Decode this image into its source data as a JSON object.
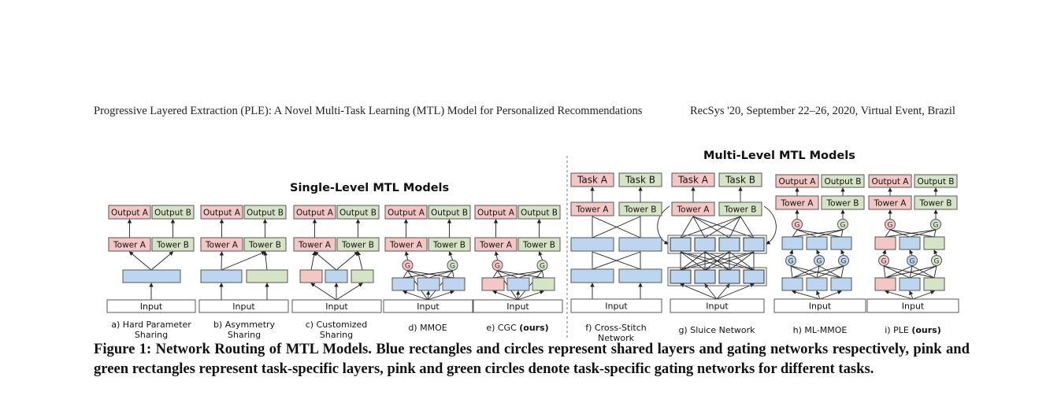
{
  "header": {
    "paper_title": "Progressive Layered Extraction (PLE): A Novel Multi-Task Learning (MTL) Model for Personalized Recommendations",
    "venue": "RecSys '20, September 22–26, 2020, Virtual Event, Brazil"
  },
  "figure": {
    "single_level_title": "Single-Level MTL Models",
    "multi_level_title": "Multi-Level MTL Models",
    "labels": {
      "output_a": "Output A",
      "output_b": "Output B",
      "tower_a": "Tower A",
      "tower_b": "Tower B",
      "task_a": "Task A",
      "task_b": "Task B",
      "input": "Input",
      "gate": "G"
    },
    "panels": [
      {
        "caption_line1": "a) Hard Parameter",
        "caption_line2": "Sharing"
      },
      {
        "caption_line1": "b) Asymmetry",
        "caption_line2": "Sharing"
      },
      {
        "caption_line1": "c) Customized",
        "caption_line2": "Sharing"
      },
      {
        "caption_line1": "d) MMOE",
        "caption_line2": ""
      },
      {
        "caption_line1": "e) CGC ",
        "caption_bold": "(ours)",
        "caption_line2": ""
      },
      {
        "caption_line1": "f) Cross-Stitch",
        "caption_line2": "Network"
      },
      {
        "caption_line1": "g) Sluice Network",
        "caption_line2": ""
      },
      {
        "caption_line1": "h) ML-MMOE",
        "caption_line2": ""
      },
      {
        "caption_line1": "i) PLE ",
        "caption_bold": "(ours)",
        "caption_line2": ""
      }
    ],
    "colors": {
      "pink": "#f4c7c5",
      "green": "#d6e4c6",
      "blue": "#bcd6ef",
      "border": "#555555"
    }
  },
  "caption": {
    "text": "Figure 1: Network Routing of MTL Models. Blue rectangles and circles represent shared layers and gating networks respectively, pink and green rectangles represent task-specific layers, pink and green circles denote task-specific gating networks for different tasks."
  }
}
